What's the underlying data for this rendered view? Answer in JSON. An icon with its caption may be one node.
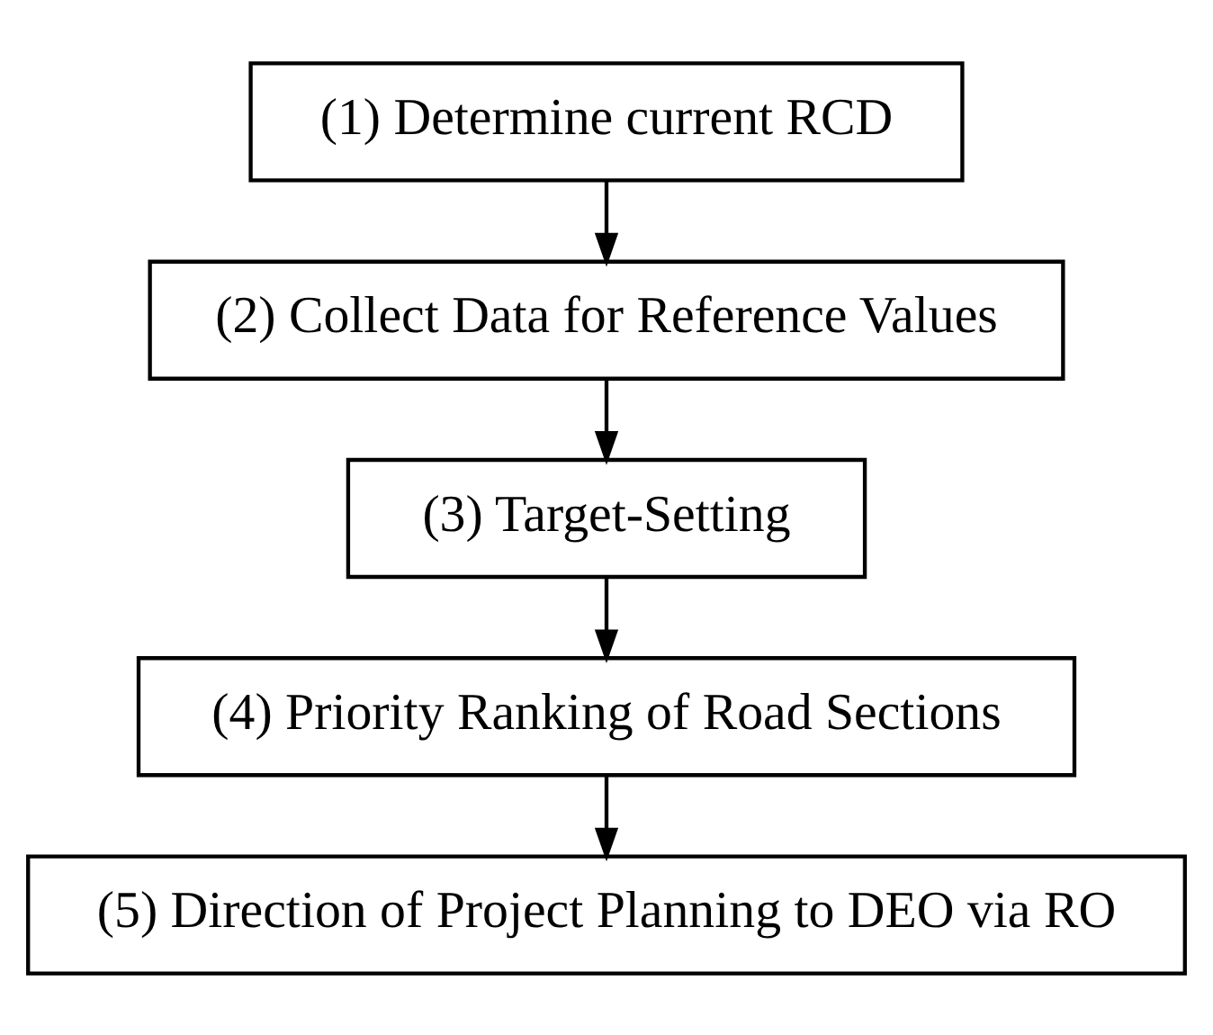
{
  "diagram": {
    "nodes": [
      {
        "text": [
          "(1) Determine current RCD"
        ]
      },
      {
        "text": [
          "(2) Collect Data for Reference Values"
        ]
      },
      {
        "text": [
          "(3) Target-Setting"
        ]
      },
      {
        "text": [
          "(4) Priority Ranking of Road Sections"
        ]
      },
      {
        "text": [
          "(5) Direction of Project Planning to DEO via RO"
        ]
      }
    ],
    "edges": [
      {
        "from": 0,
        "to": 1,
        "arrow": "to"
      },
      {
        "from": 1,
        "to": 2,
        "arrow": "to"
      },
      {
        "from": 2,
        "to": 3,
        "arrow": "to"
      },
      {
        "from": 3,
        "to": 4,
        "arrow": "to"
      }
    ]
  }
}
